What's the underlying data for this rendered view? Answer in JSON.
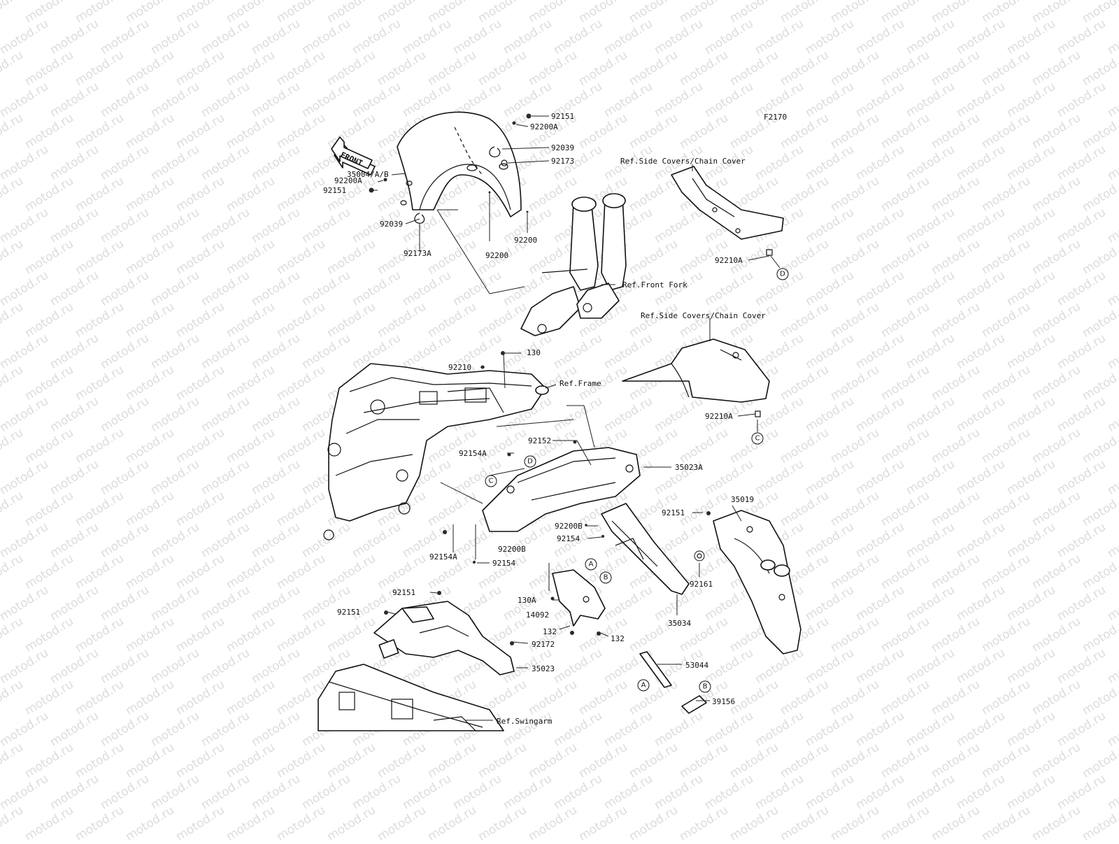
{
  "diagram_code": "F2170",
  "watermark": "motod.ru",
  "front_arrow": "FRONT",
  "labels": {
    "p92151_a": "92151",
    "p92200A_a": "92200A",
    "p92039_a": "92039",
    "p92173": "92173",
    "p35004": "35004/A/B",
    "p92200A_b": "92200A",
    "p92151_b": "92151",
    "p92039_b": "92039",
    "p92173A": "92173A",
    "p92200_a": "92200",
    "p92200_b": "92200",
    "ref_side_covers_1": "Ref.Side Covers/Chain Cover",
    "p92210A_a": "92210A",
    "ref_front_fork": "Ref.Front Fork",
    "ref_side_covers_2": "Ref.Side Covers/Chain Cover",
    "p130": "130",
    "p92210": "92210",
    "ref_frame": "Ref.Frame",
    "p92210A_b": "92210A",
    "p92152": "92152",
    "p92154A_a": "92154A",
    "p35023A": "35023A",
    "p35019": "35019",
    "p92151_c": "92151",
    "p92200B_a": "92200B",
    "p92154_a": "92154",
    "p92154A_b": "92154A",
    "p92200B_b": "92200B",
    "p92154_b": "92154",
    "p92161": "92161",
    "p130A": "130A",
    "p14092": "14092",
    "p35034": "35034",
    "p132_a": "132",
    "p132_b": "132",
    "p92151_d": "92151",
    "p92151_e": "92151",
    "p92172": "92172",
    "p35023": "35023",
    "p53044": "53044",
    "p39156": "39156",
    "ref_swingarm": "Ref.Swingarm"
  },
  "markers": {
    "D1": "D",
    "C1": "C",
    "D2": "D",
    "C2": "C",
    "A1": "A",
    "B1": "B",
    "A2": "A",
    "B2": "B"
  }
}
